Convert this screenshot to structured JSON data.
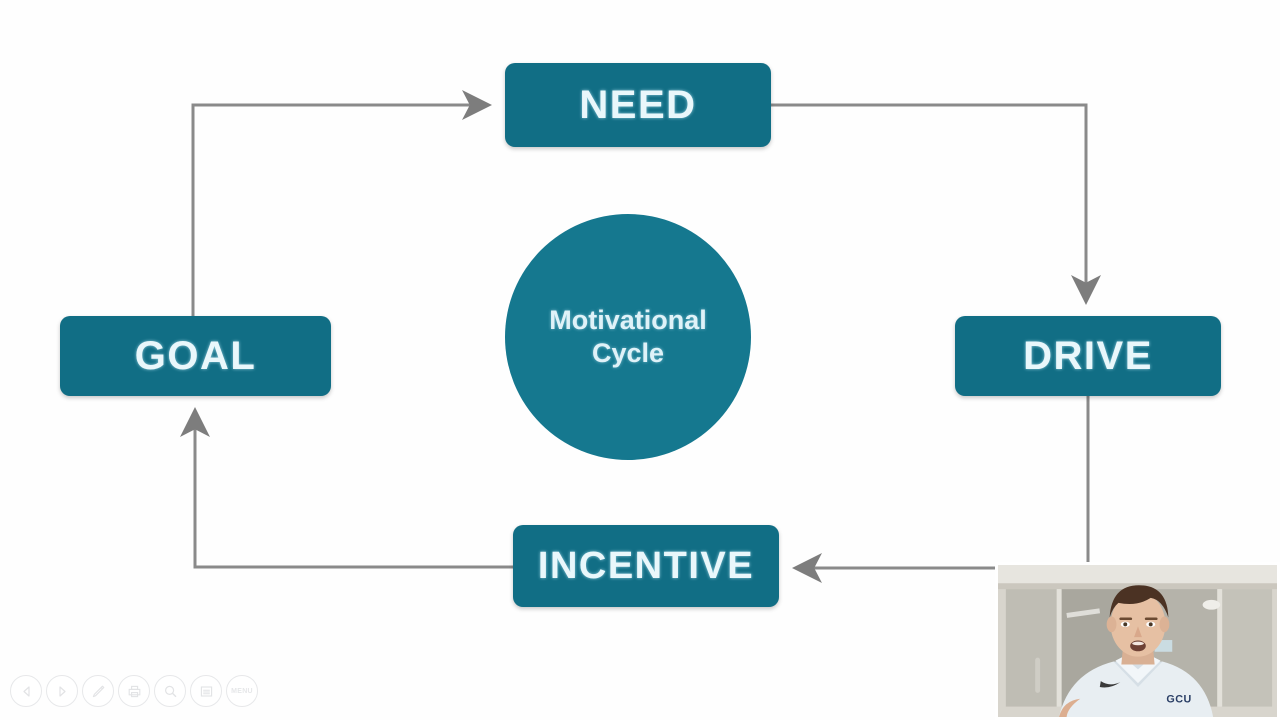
{
  "slide": {
    "background_color": "#fefefe",
    "accent_color": "#116e85",
    "circle_color": "#15788f",
    "connector_color": "#8a8a8a",
    "label_color": "#e9f7fb",
    "center": {
      "shape": "circle",
      "line1": "Motivational",
      "line2": "Cycle"
    },
    "nodes": [
      {
        "id": "need",
        "label": "NEED"
      },
      {
        "id": "drive",
        "label": "DRIVE"
      },
      {
        "id": "incentive",
        "label": "INCENTIVE"
      },
      {
        "id": "goal",
        "label": "GOAL"
      }
    ],
    "connectors": [
      {
        "from": "goal",
        "to": "need",
        "direction": "right"
      },
      {
        "from": "need",
        "to": "drive",
        "direction": "down"
      },
      {
        "from": "drive",
        "to": "incentive",
        "direction": "left"
      },
      {
        "from": "incentive",
        "to": "goal",
        "direction": "up"
      }
    ]
  },
  "webcam": {
    "label": "presenter-webcam",
    "shirt_text": "GCU"
  },
  "toolbar": {
    "buttons": [
      {
        "icon": "previous-slide-icon",
        "label": ""
      },
      {
        "icon": "play-icon",
        "label": ""
      },
      {
        "icon": "pen-icon",
        "label": ""
      },
      {
        "icon": "printer-icon",
        "label": ""
      },
      {
        "icon": "zoom-icon",
        "label": ""
      },
      {
        "icon": "notes-icon",
        "label": ""
      },
      {
        "icon": "menu-icon",
        "label": "MENU"
      }
    ]
  }
}
